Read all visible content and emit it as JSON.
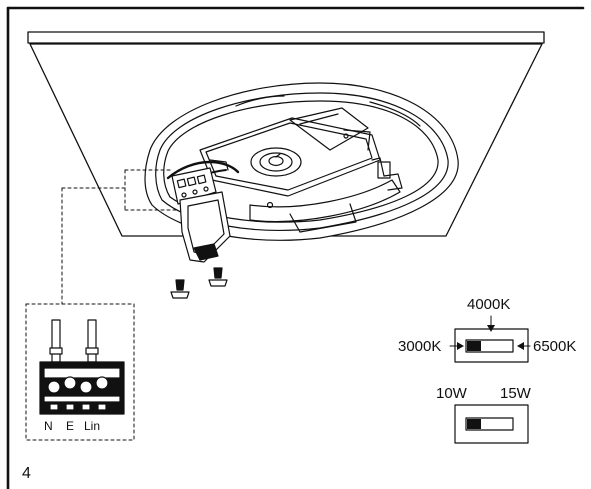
{
  "page_number": "4",
  "color_temperature": {
    "top_label": "4000K",
    "left_label": "3000K",
    "right_label": "6500K",
    "selected": "3000K"
  },
  "wattage": {
    "left_label": "10W",
    "right_label": "15W",
    "selected": "10W"
  },
  "terminal_block": {
    "labels": [
      "N",
      "E",
      "Lin"
    ]
  }
}
